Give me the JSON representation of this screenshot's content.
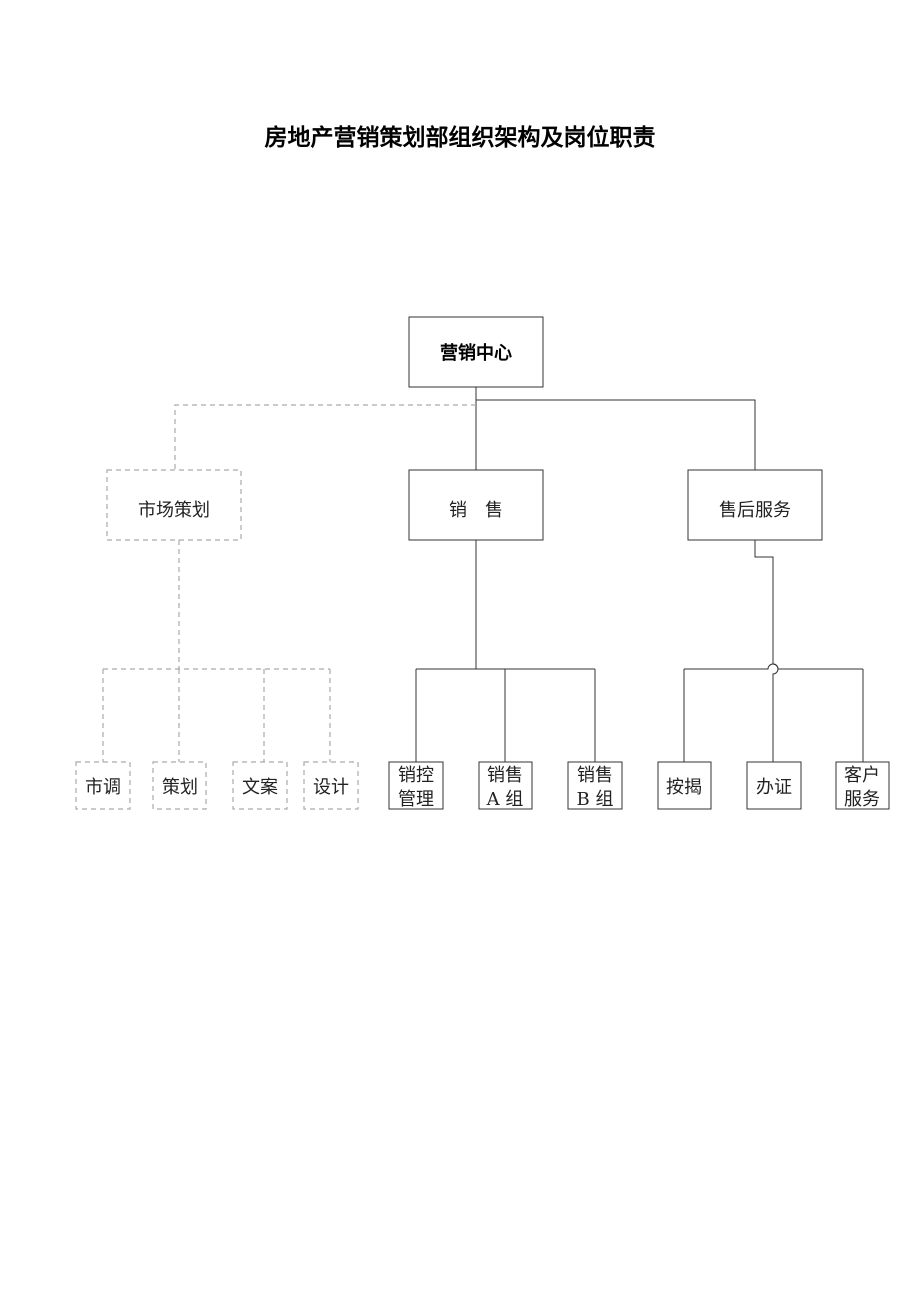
{
  "title": "房地产营销策划部组织架构及岗位职责",
  "root": {
    "label": "营销中心"
  },
  "departments": {
    "marketing": {
      "label": "市场策划"
    },
    "sales": {
      "label": "销　售"
    },
    "after_sales": {
      "label": "售后服务"
    }
  },
  "teams": {
    "market_research": {
      "label": "市调"
    },
    "planning": {
      "label": "策划"
    },
    "copywriting": {
      "label": "文案"
    },
    "design": {
      "label": "设计"
    },
    "sales_control": {
      "line1": "销控",
      "line2": "管理"
    },
    "sales_a": {
      "line1": "销售",
      "line2": "A 组"
    },
    "sales_b": {
      "line1": "销售",
      "line2": "B 组"
    },
    "mortgage": {
      "label": "按揭"
    },
    "certificates": {
      "label": "办证"
    },
    "customer_service": {
      "line1": "客户",
      "line2": "服务"
    }
  }
}
